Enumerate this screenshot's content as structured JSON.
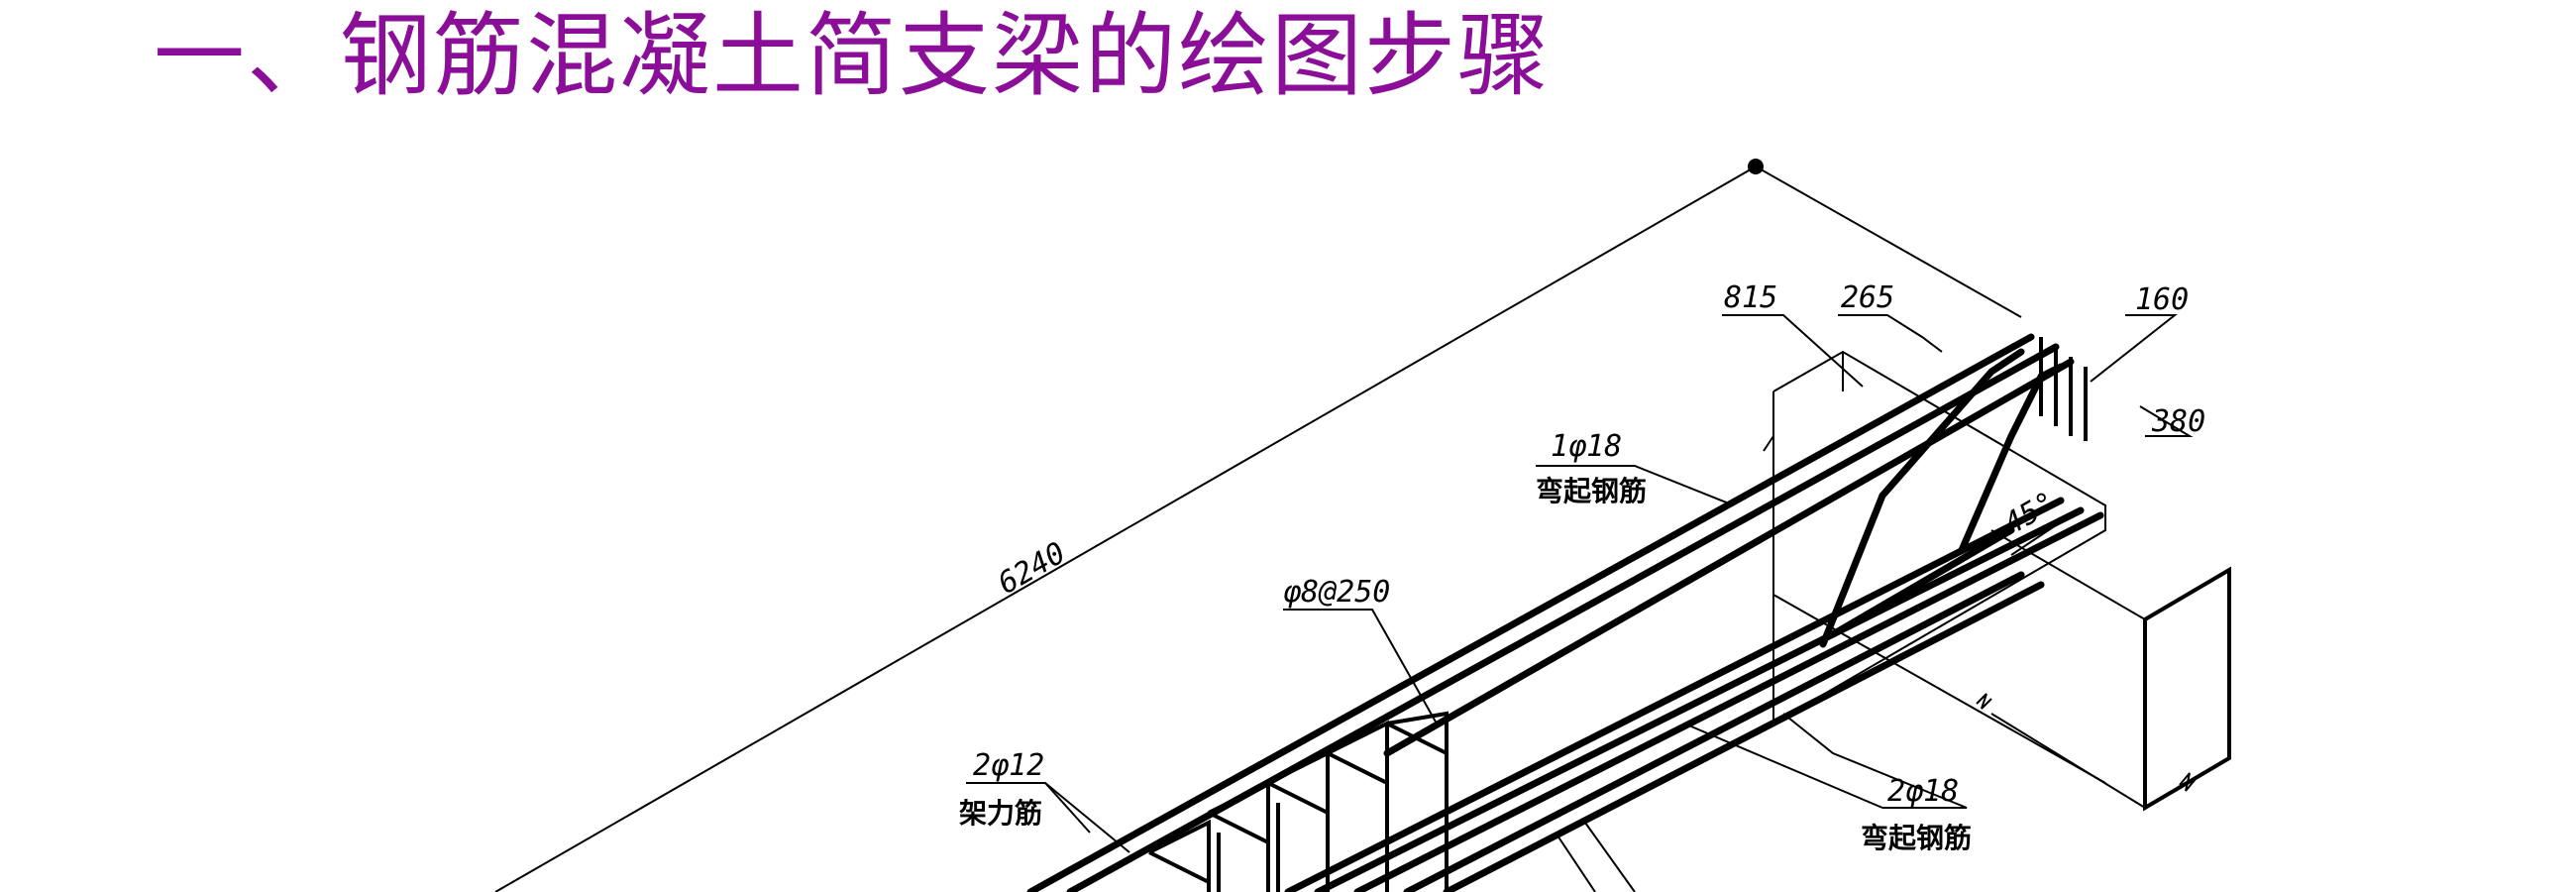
{
  "slide": {
    "title": "一、钢筋混凝土简支梁的绘图步骤"
  },
  "drawing": {
    "labels": {
      "span": "6240",
      "d815": "815",
      "d265": "265",
      "d160": "160",
      "d380": "380",
      "bent_top_spec": "1φ18",
      "bent_top_name": "弯起钢筋",
      "stirrup_spec": "φ8@250",
      "erect_spec": "2φ12",
      "erect_name": "架力筋",
      "angle": "45°",
      "bent_bottom_spec": "2φ18",
      "bent_bottom_name": "弯起钢筋"
    }
  }
}
